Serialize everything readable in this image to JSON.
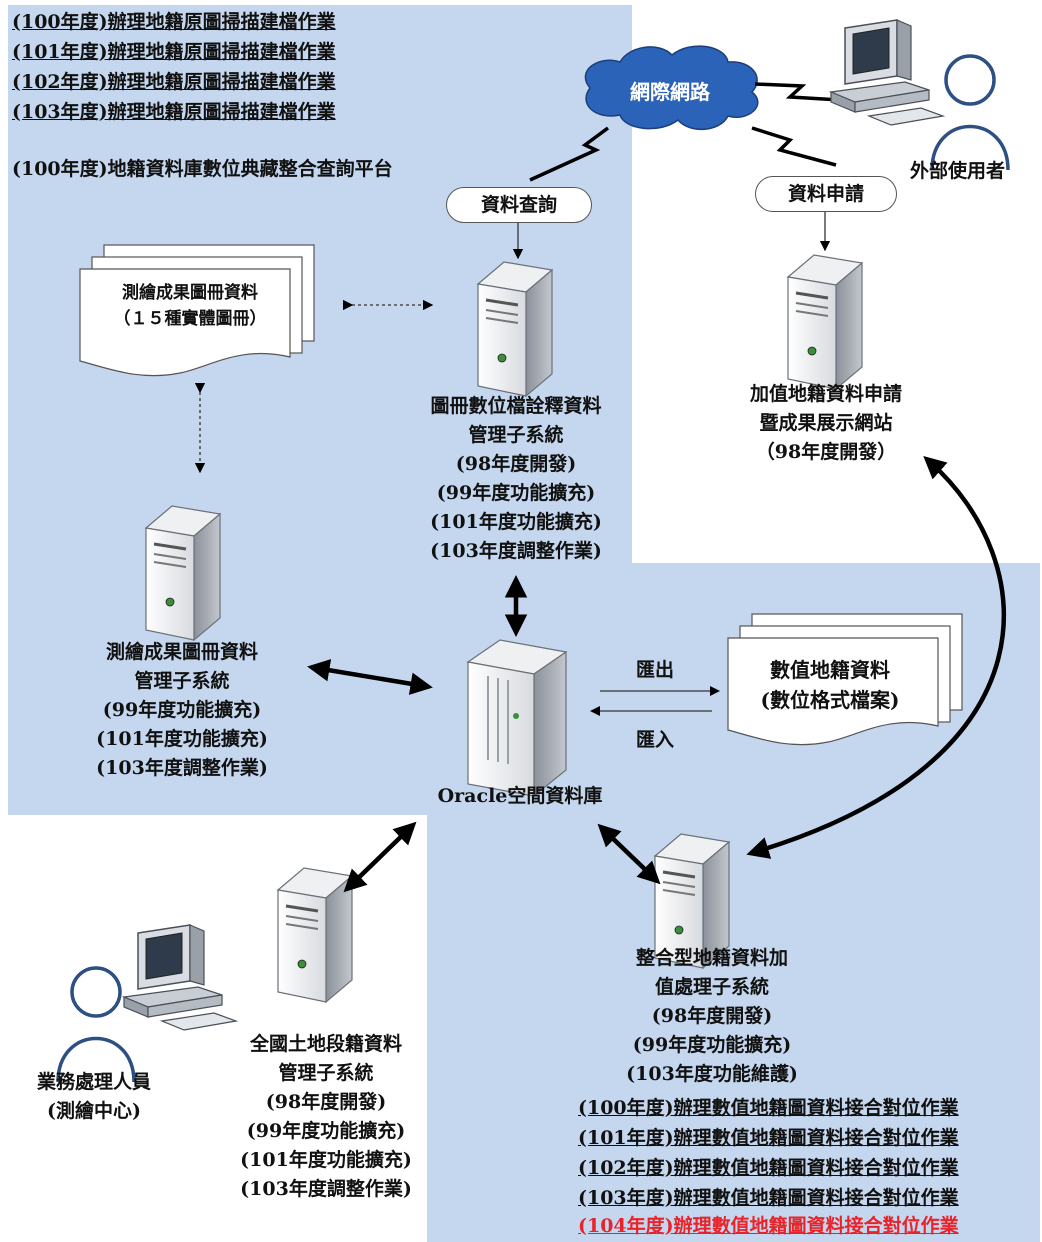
{
  "top_left_projects": [
    "(100年度)辦理地籍原圖掃描建檔作業",
    "(101年度)辦理地籍原圖掃描建檔作業",
    "(102年度)辦理地籍原圖掃描建檔作業",
    "(103年度)辦理地籍原圖掃描建檔作業"
  ],
  "platform_title": "(100年度)地籍資料庫數位典藏整合查詢平台",
  "internet": "網際網路",
  "external_user": "外部使用者",
  "data_query": "資料查詢",
  "data_apply": "資料申請",
  "survey_docs": {
    "line1": "測繪成果圖冊資料",
    "line2": "（１５種實體圖冊）"
  },
  "digital_file_system": {
    "lines": [
      "圖冊數位檔詮釋資料",
      "管理子系統",
      "(98年度開發)",
      "(99年度功能擴充)",
      "(101年度功能擴充)",
      "(103年度調整作業)"
    ]
  },
  "value_added_site": {
    "lines": [
      "加值地籍資料申請",
      "暨成果展示網站",
      "（98年度開發）"
    ]
  },
  "survey_system": {
    "lines": [
      "測繪成果圖冊資料",
      "管理子系統",
      "(99年度功能擴充)",
      "(101年度功能擴充)",
      "(103年度調整作業)"
    ]
  },
  "oracle": "Oracle空間資料庫",
  "export_label": "匯出",
  "import_label": "匯入",
  "digital_cadastral": {
    "line1": "數值地籍資料",
    "line2": "(數位格式檔案)"
  },
  "land_section_system": {
    "lines": [
      "全國土地段籍資料",
      "管理子系統",
      "(98年度開發)",
      "(99年度功能擴充)",
      "(101年度功能擴充)",
      "(103年度調整作業)"
    ]
  },
  "business_staff": {
    "line1": "業務處理人員",
    "line2": "(測繪中心)"
  },
  "integrated_system": {
    "lines": [
      "整合型地籍資料加",
      "值處理子系統",
      "(98年度開發)",
      "(99年度功能擴充)",
      "(103年度功能維護)"
    ]
  },
  "bottom_projects": [
    {
      "text": "(100年度)辦理數值地籍圖資料接合對位作業",
      "highlight": false
    },
    {
      "text": "(101年度)辦理數值地籍圖資料接合對位作業",
      "highlight": false
    },
    {
      "text": "(102年度)辦理數值地籍圖資料接合對位作業",
      "highlight": false
    },
    {
      "text": "(103年度)辦理數值地籍圖資料接合對位作業",
      "highlight": false
    },
    {
      "text": "(104年度)辦理數值地籍圖資料接合對位作業",
      "highlight": true
    }
  ],
  "colors": {
    "panel": "#c5d7ee",
    "cloud": "#2b63b8",
    "highlight": "#e8242a"
  }
}
